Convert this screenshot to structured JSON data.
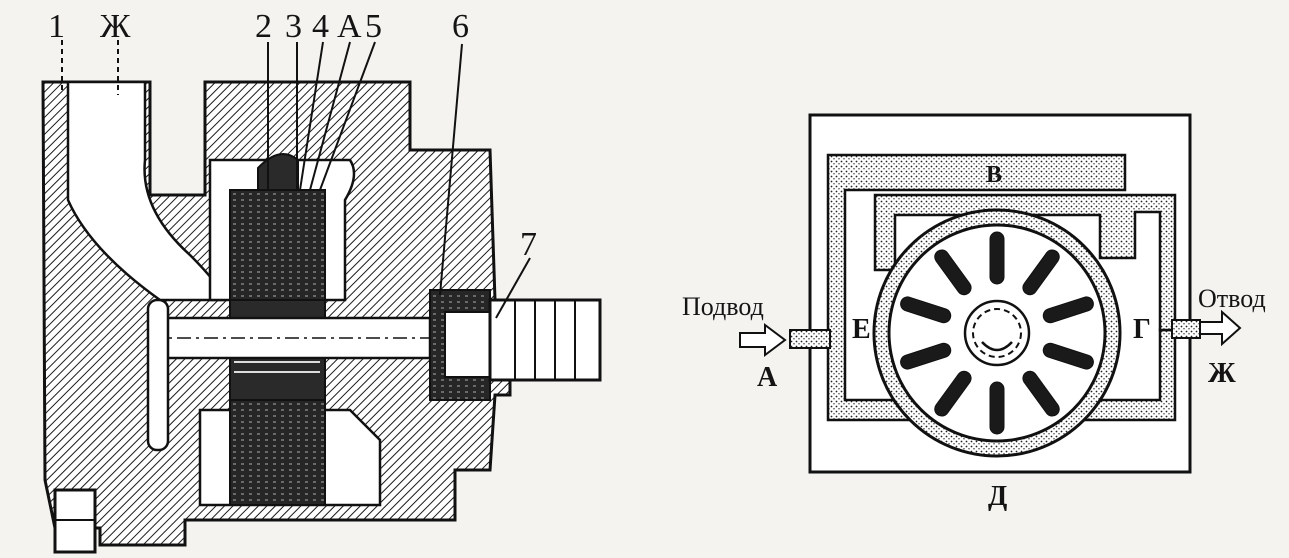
{
  "left_figure": {
    "callouts": {
      "c1": "1",
      "zh": "Ж",
      "c2": "2",
      "c3": "3",
      "c4": "4",
      "cA": "А",
      "c5": "5",
      "c6": "6",
      "c7": "7"
    }
  },
  "right_figure": {
    "inlet_label": "Подвод",
    "outlet_label": "Отвод",
    "port_a": "А",
    "port_zh": "Ж",
    "zone_e": "Е",
    "zone_g": "Г",
    "zone_v": "В",
    "zone_d": "Д"
  }
}
